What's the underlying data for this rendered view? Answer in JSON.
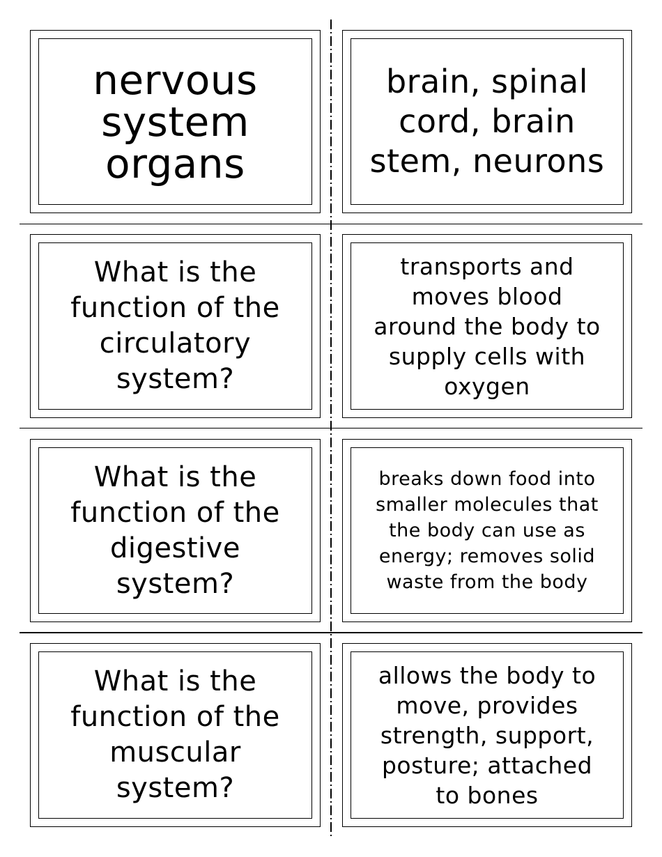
{
  "cards": [
    {
      "term": "nervous\nsystem\norgans",
      "definition": "brain, spinal\ncord, brain\nstem, neurons"
    },
    {
      "term": "What is the\nfunction of the\ncirculatory\nsystem?",
      "definition": "transports and\nmoves blood\naround the body to\nsupply cells with\noxygen"
    },
    {
      "term": "What is the\nfunction of the\ndigestive\nsystem?",
      "definition": "breaks down food into\nsmaller molecules that\nthe body can use as\nenergy; removes solid\nwaste from the body"
    },
    {
      "term": "What is the\nfunction of the\nmuscular\nsystem?",
      "definition": "allows the body to\nmove, provides\nstrength, support,\nposture; attached\nto bones"
    }
  ]
}
